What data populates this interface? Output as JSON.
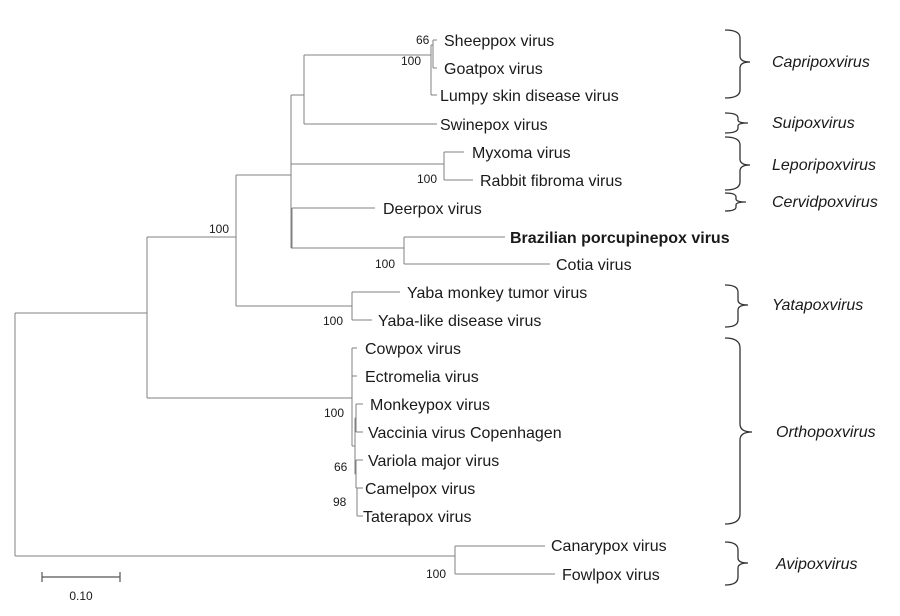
{
  "taxa": {
    "sheeppox": "Sheeppox virus",
    "goatpox": "Goatpox virus",
    "lumpy": "Lumpy skin disease virus",
    "swinepox": "Swinepox virus",
    "myxoma": "Myxoma virus",
    "rabbit_fibroma": "Rabbit fibroma virus",
    "deerpox": "Deerpox virus",
    "brazilian_porcupinepox": "Brazilian porcupinepox virus",
    "cotia": "Cotia virus",
    "yaba_monkey": "Yaba monkey tumor virus",
    "yaba_like": "Yaba-like disease virus",
    "cowpox": "Cowpox virus",
    "ectromelia": "Ectromelia virus",
    "monkeypox": "Monkeypox virus",
    "vaccinia": "Vaccinia virus Copenhagen",
    "variola": "Variola major virus",
    "camelpox": "Camelpox virus",
    "taterapox": "Taterapox virus",
    "canarypox": "Canarypox virus",
    "fowlpox": "Fowlpox virus"
  },
  "bootstrap": {
    "sheep_goat": "66",
    "capripox": "100",
    "lepori": "100",
    "chordo": "100",
    "brazil_cotia": "100",
    "yata": "100",
    "ortho": "100",
    "variola_camel": "66",
    "camel_tatera": "98",
    "avipox": "100"
  },
  "genera": {
    "capripoxvirus": "Capripoxvirus",
    "suipoxvirus": "Suipoxvirus",
    "leporipoxvirus": "Leporipoxvirus",
    "cervidpoxvirus": "Cervidpoxvirus",
    "yatapoxvirus": "Yatapoxvirus",
    "orthopoxvirus": "Orthopoxvirus",
    "avipoxvirus": "Avipoxvirus"
  },
  "scale_bar": {
    "label": "0.10"
  }
}
